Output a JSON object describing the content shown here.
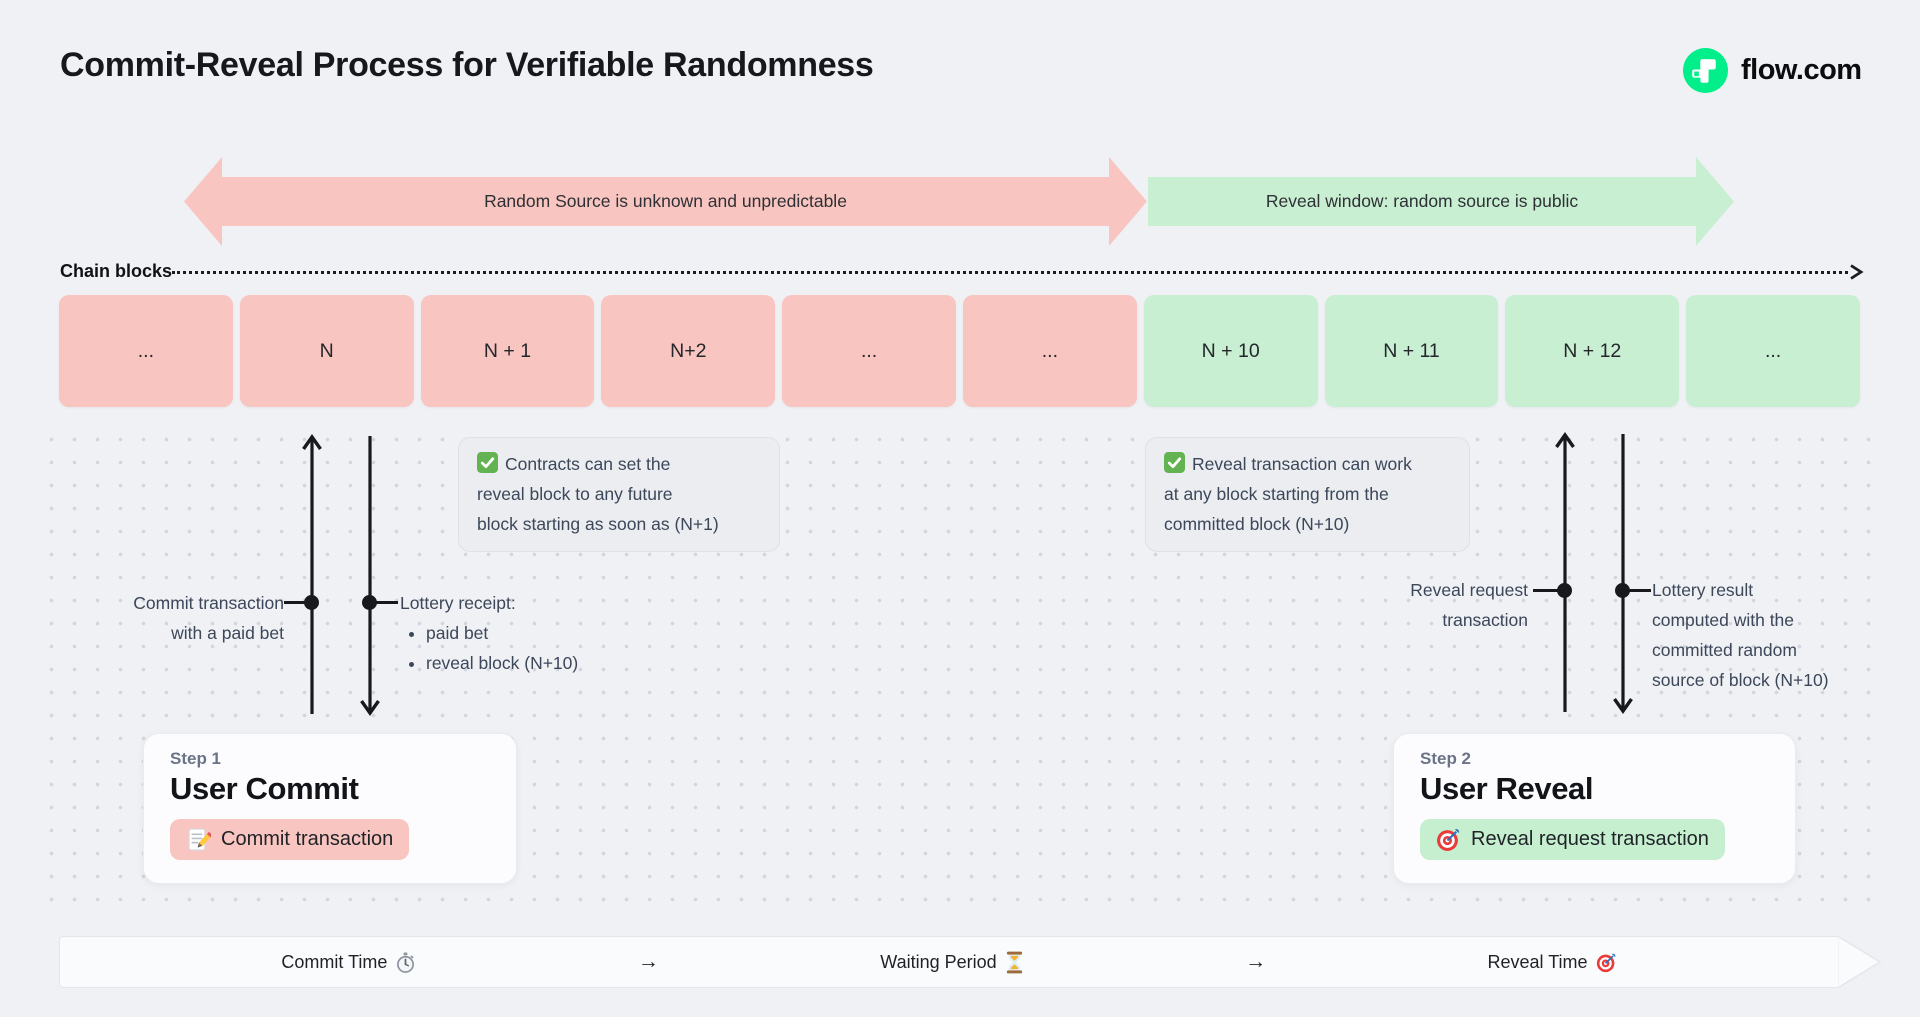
{
  "page": {
    "title": "Commit-Reveal Process for Verifiable Randomness"
  },
  "logo": {
    "text": "flow.com",
    "brand_color": "#00EF8B"
  },
  "phases": {
    "commit": {
      "label": "Random Source is unknown and unpredictable",
      "color": "#F9C5C0"
    },
    "reveal": {
      "label": "Reveal window: random source is public",
      "color": "#C9EFD2"
    }
  },
  "chain": {
    "label": "Chain blocks",
    "blocks": [
      "...",
      "N",
      "N + 1",
      "N+2",
      "...",
      "...",
      "N + 10",
      "N + 11",
      "N + 12",
      "..."
    ]
  },
  "notes": {
    "commit": {
      "icon": "check-icon",
      "lines": [
        "Contracts can set the",
        "reveal block to any future",
        "block starting as soon as (N+1)"
      ]
    },
    "reveal": {
      "icon": "check-icon",
      "lines": [
        "Reveal transaction can work",
        "at any block starting from the",
        "committed block (N+10)"
      ]
    }
  },
  "annotations": {
    "commit_tx": {
      "lines": [
        "Commit transaction",
        "with a paid bet"
      ]
    },
    "lottery_receipt": {
      "title": "Lottery receipt:",
      "items": [
        "paid bet",
        "reveal block (N+10)"
      ]
    },
    "reveal_tx": {
      "lines": [
        "Reveal request",
        "transaction"
      ]
    },
    "lottery_result": {
      "lines": [
        "Lottery result",
        "computed with the",
        "committed random",
        "source of block (N+10)"
      ]
    }
  },
  "steps": {
    "commit": {
      "label": "Step 1",
      "title": "User Commit",
      "pill": "Commit transaction",
      "icon": "memo-icon"
    },
    "reveal": {
      "label": "Step 2",
      "title": "User Reveal",
      "pill": "Reveal request transaction",
      "icon": "target-icon"
    }
  },
  "timeline": {
    "items": [
      {
        "label": "Commit Time",
        "icon": "stopwatch-icon"
      },
      {
        "label": "Waiting Period",
        "icon": "hourglass-icon"
      },
      {
        "label": "Reveal Time",
        "icon": "target-icon"
      }
    ],
    "separator": "→"
  }
}
